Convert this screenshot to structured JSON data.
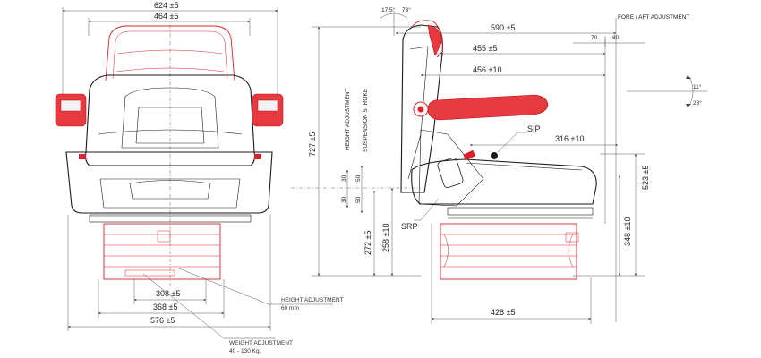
{
  "front_view": {
    "dims": {
      "top_outer": "624 ±5",
      "top_inner": "464 ±5",
      "base_308": "308 ±5",
      "base_368": "368 ±5",
      "base_576": "576 ±5"
    },
    "notes": {
      "height_adjustment_title": "HEIGHT ADJUSTMENT",
      "height_adjustment_value": "60 mm",
      "weight_adjustment_title": "WEIGHT ADJUSTMENT",
      "weight_adjustment_value": "40 - 130 Kg."
    }
  },
  "side_view": {
    "dims": {
      "angle_back_left": "17.5°",
      "angle_back_right": "73°",
      "d590": "590 ±5",
      "d455": "455 ±5",
      "d456": "456 ±10",
      "d316": "316 ±10",
      "d428": "428 ±5",
      "v727": "727 ±5",
      "v272": "272 ±5",
      "v258": "258 ±10",
      "v523": "523 ±5",
      "v348": "348 ±10",
      "fore_aft_title": "FORE / AFT ADJUSTMENT",
      "fore_aft_70": "70",
      "fore_aft_80": "80",
      "armrest_up": "11°",
      "armrest_down": "23°",
      "height_adj_label": "HEIGHT ADJUSTMENT",
      "suspension_label": "SUSPENSION STROKE",
      "h30_top": "30",
      "h30_bottom": "30",
      "s50_top": "50",
      "s50_bottom": "50"
    },
    "labels": {
      "sip": "SIP",
      "srp": "SRP"
    }
  }
}
